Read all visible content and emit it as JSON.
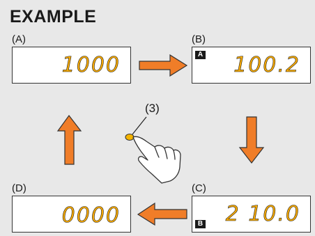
{
  "title": "EXAMPLE",
  "panels": {
    "a": {
      "label": "(A)",
      "display": "1000",
      "badge": ""
    },
    "b": {
      "label": "(B)",
      "display": "100.2",
      "badge": "A"
    },
    "c": {
      "label": "(C)",
      "display": "2 10.0",
      "badge": "B"
    },
    "d": {
      "label": "(D)",
      "display": "0000",
      "badge": ""
    }
  },
  "callout": "(3)",
  "colors": {
    "display_digits": "#f5a800",
    "arrow": "#f07d28",
    "background": "#e8e8e8",
    "panel_border": "#333333"
  }
}
